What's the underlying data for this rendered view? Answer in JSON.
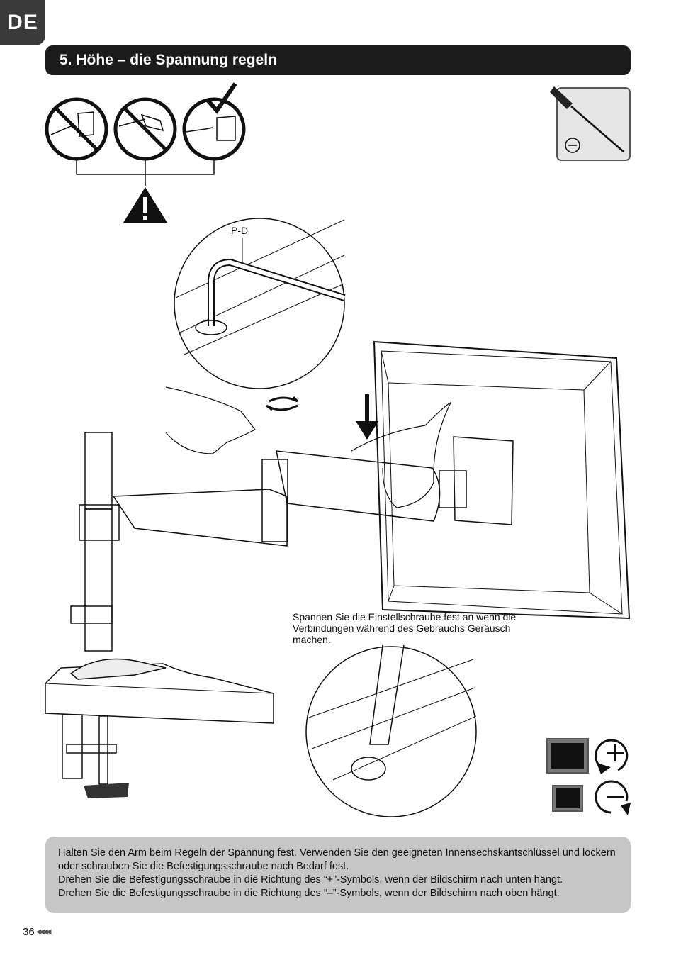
{
  "lang_tab": "DE",
  "section_title": "5. Höhe – die Spannung regeln",
  "pd_label": "P-D",
  "caption": "Spannen Sie die Einstellschraube fest an wenn die Verbindungen während des Gebrauchs Geräusch machen.",
  "instructions": [
    "Halten Sie den Arm beim Regeln der Spannung fest. Verwenden Sie den geeigneten Innensechskantschlüssel und lockern oder schrauben Sie die Befestigungsschraube nach Bedarf fest.",
    "Drehen Sie die Befestigungsschraube in die Richtung des “+”-Symbols, wenn der Bildschirm nach unten hängt.",
    "Drehen Sie die Befestigungsschraube in die Richtung des “–”-Symbols, wenn der Bildschirm nach oben hängt."
  ],
  "page_number": "36",
  "icons": [
    "prohibited-sagging-icon",
    "prohibited-raised-icon",
    "correct-balanced-icon",
    "warning-icon",
    "screwdriver-icon",
    "rotate-clockwise-plus-icon",
    "rotate-counterclockwise-minus-icon"
  ]
}
